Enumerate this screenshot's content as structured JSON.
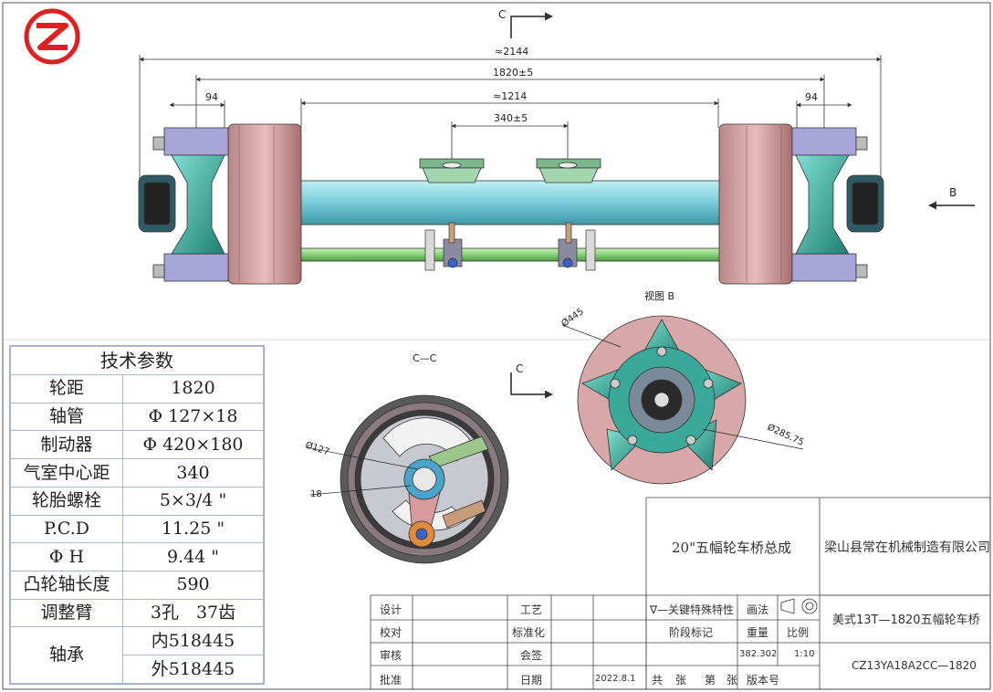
{
  "logo": {
    "icon": "company-logo-icon",
    "color": "#e02020"
  },
  "section_marks": {
    "c_top": "C",
    "b_side": "B",
    "c_bottom": "C"
  },
  "dimensions": {
    "overall": "≈2144",
    "track": "1820±5",
    "tube": "≈1214",
    "chamber": "340±5",
    "left_94": "94",
    "right_94": "94"
  },
  "views": {
    "section_cc": "C—C",
    "view_b": "视图 B",
    "dia_127": "Ø127",
    "dim_18": "18",
    "dia_445": "Ø445",
    "dia_285": "Ø285.75"
  },
  "tech_params": {
    "title": "技术参数",
    "rows": [
      {
        "label": "轮距",
        "value": "1820"
      },
      {
        "label": "轴管",
        "value": "Φ 127×18"
      },
      {
        "label": "制动器",
        "value": "Φ 420×180"
      },
      {
        "label": "气室中心距",
        "value": "340"
      },
      {
        "label": "轮胎螺栓",
        "value": "5×3/4 \""
      },
      {
        "label": "P.C.D",
        "value": "11.25 \""
      },
      {
        "label": "Φ H",
        "value": "9.44 \""
      },
      {
        "label": "凸轮轴长度",
        "value": "590"
      },
      {
        "label": "调整臂",
        "value": "3孔　37齿"
      }
    ],
    "bearing": {
      "label": "轴承",
      "inner": "内518445",
      "outer": "外518445"
    }
  },
  "title_block": {
    "assembly_name": "20\"五幅轮车桥总成",
    "company": "梁山县常在机械制造有限公司",
    "product": "美式13T—1820五幅轮车桥",
    "drawing_no": "CZ13YA18A2CC—1820",
    "r_design": "设计",
    "r_check": "校对",
    "r_review": "审核",
    "r_approve": "批准",
    "process": "工艺",
    "standard": "标准化",
    "countersign": "会签",
    "date_label": "日期",
    "date_value": "2022.8.1",
    "key_feature": "∇—关键特殊特性",
    "stage_mark": "阶段标记",
    "projection": "画法",
    "weight_label": "重量",
    "weight_value": "382.302",
    "scale_label": "比例",
    "scale_value": "1:10",
    "total": "共",
    "sheet": "张",
    "number": "第",
    "sheet2": "张",
    "version": "版本号"
  },
  "colors": {
    "tube": "#7fd0dc",
    "drum": "#d8a8a8",
    "hub": "#3aa89a",
    "camshaft": "#86d276",
    "bracket": "#7bb78a",
    "spider": "#a7a5d8",
    "border": "#9fb0c8"
  }
}
